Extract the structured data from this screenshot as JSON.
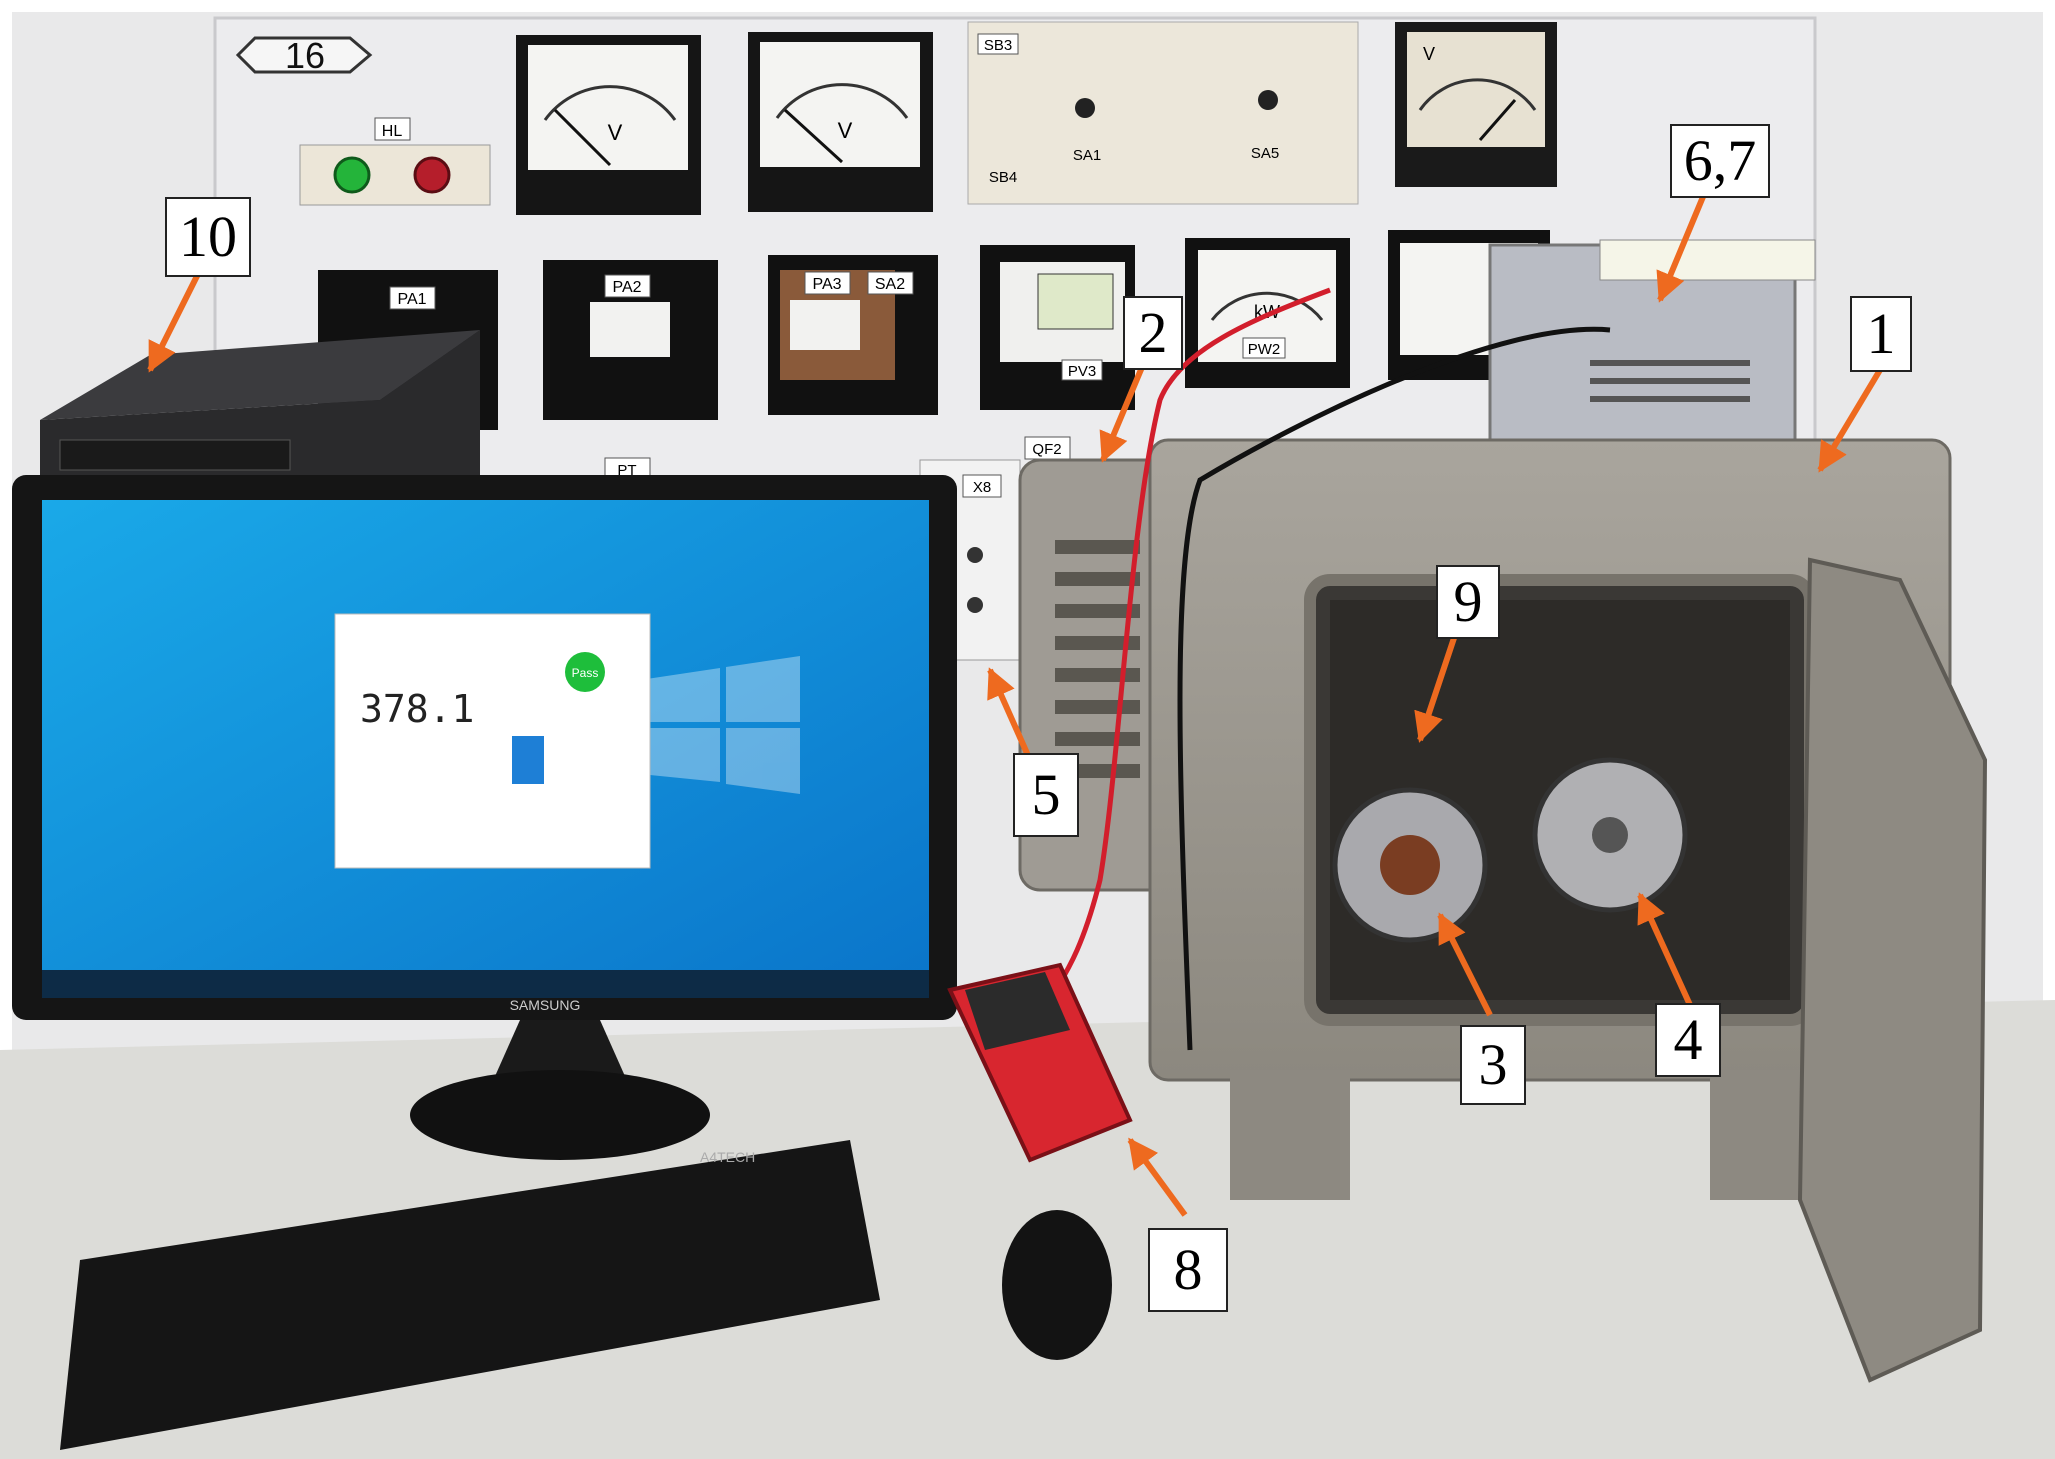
{
  "image": {
    "caption_labels": [
      {
        "id": "1",
        "text": "1"
      },
      {
        "id": "2",
        "text": "2"
      },
      {
        "id": "3",
        "text": "3"
      },
      {
        "id": "4",
        "text": "4"
      },
      {
        "id": "5",
        "text": "5"
      },
      {
        "id": "67",
        "text": "6,7"
      },
      {
        "id": "8",
        "text": "8"
      },
      {
        "id": "9",
        "text": "9"
      },
      {
        "id": "10",
        "text": "10"
      }
    ],
    "arrow_color": "#ee6a1f"
  },
  "panel": {
    "plate_number": "16",
    "hl_label": "HL",
    "meter_labels": {
      "pa1": "PA1",
      "pa2": "PA2",
      "pa3": "PA3",
      "sa2": "SA2",
      "pv3": "PV3",
      "pw2": "PW2",
      "sb3": "SB3",
      "sb4": "SB4",
      "sa1": "SA1",
      "sa5": "SA5",
      "qf2": "QF2",
      "pt": "PT",
      "x8": "X8"
    },
    "voltmeter_unit": "V",
    "wattmeter_unit": "kW"
  },
  "monitor": {
    "brand": "SAMSUNG",
    "app_reading": "378.1",
    "app_button": "Pass"
  },
  "keyboard": {
    "brand": "A4TECH"
  }
}
